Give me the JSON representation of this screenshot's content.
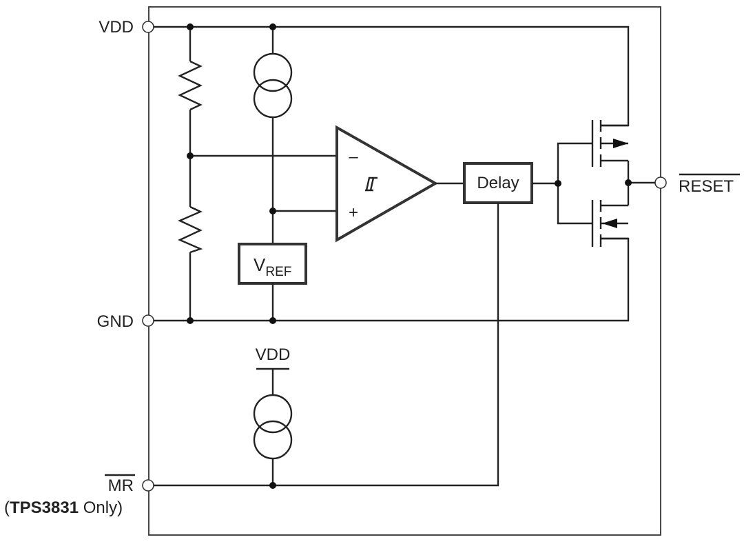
{
  "diagram": {
    "pins": {
      "vdd": "VDD",
      "gnd": "GND",
      "mr": "MR",
      "mr_note_open": "(",
      "mr_note_part": "TPS3831",
      "mr_note_rest": " Only)",
      "reset": "RESET"
    },
    "blocks": {
      "delay": "Delay",
      "vref_main": "V",
      "vref_sub": "REF"
    },
    "comparator": {
      "minus": "–",
      "plus": "+"
    },
    "labels": {
      "vdd_supply": "VDD"
    },
    "colors": {
      "line": "#222222",
      "box_border": "#333333",
      "background": "#ffffff"
    },
    "icons": {
      "comparator_symbol": "hysteresis-icon",
      "current_source": "current-source-icon",
      "resistor": "resistor-icon",
      "transistor": "mosfet-icon"
    }
  }
}
